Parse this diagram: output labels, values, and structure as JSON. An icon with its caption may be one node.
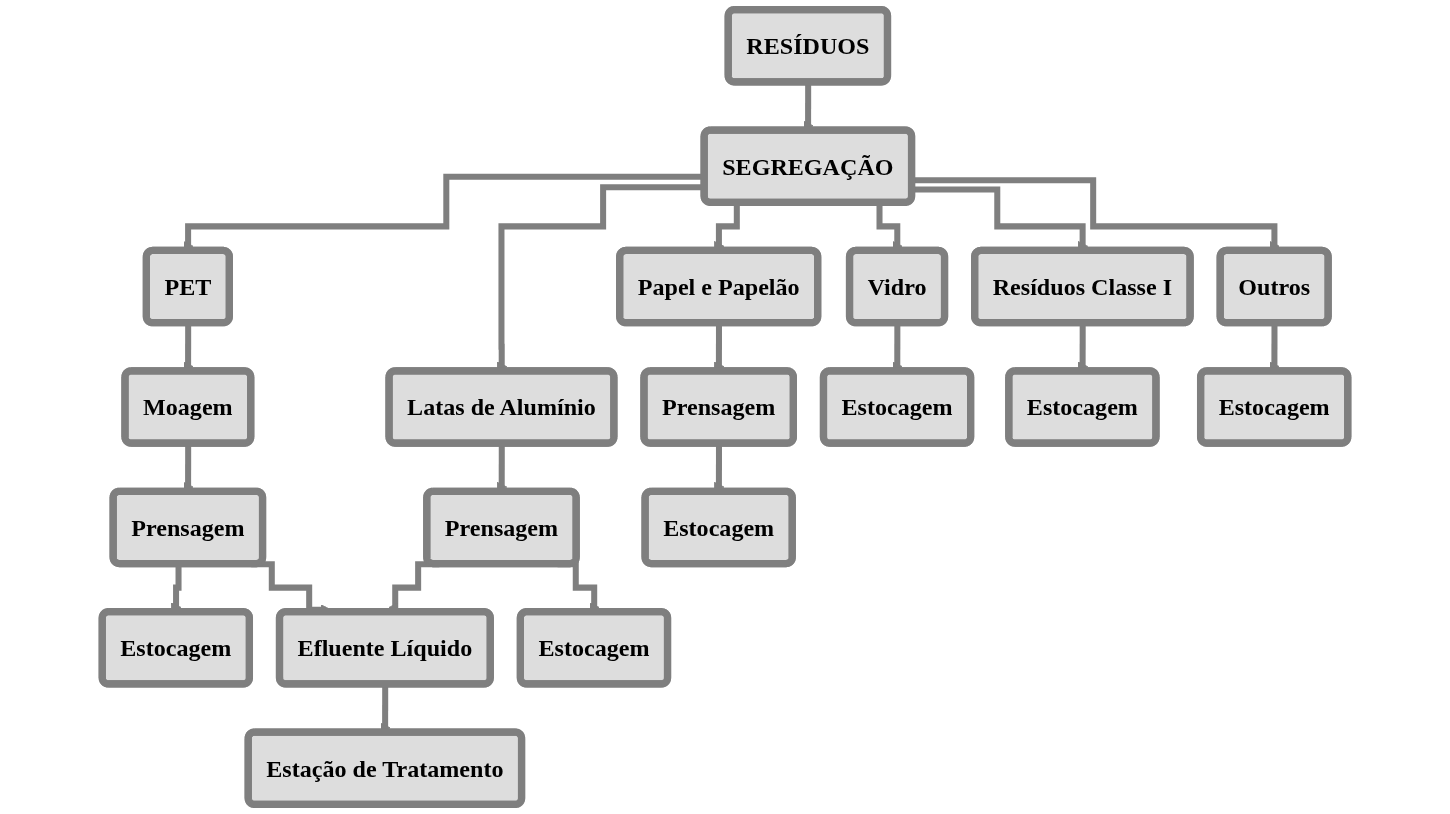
{
  "diagram": {
    "nodes": [
      {
        "text": [
          "RESÍDUOS"
        ]
      },
      {
        "text": [
          "SEGREGAÇÃO"
        ]
      },
      {
        "text": [
          "PET"
        ]
      },
      {
        "text": [
          "Latas de Alumínio"
        ]
      },
      {
        "text": [
          "Papel e Papelão"
        ]
      },
      {
        "text": [
          "Vidro"
        ]
      },
      {
        "text": [
          "Resíduos Classe I"
        ]
      },
      {
        "text": [
          "Outros"
        ]
      },
      {
        "text": [
          "Moagem"
        ]
      },
      {
        "text": [
          "Prensagem"
        ]
      },
      {
        "text": [
          "Prensagem"
        ]
      },
      {
        "text": [
          "Prensagem"
        ]
      },
      {
        "text": [
          "Estocagem"
        ]
      },
      {
        "text": [
          "Efluente Líquido"
        ]
      },
      {
        "text": [
          "Estocagem"
        ]
      },
      {
        "text": [
          "Estocagem"
        ]
      },
      {
        "text": [
          "Estocagem"
        ]
      },
      {
        "text": [
          "Estocagem"
        ]
      },
      {
        "text": [
          "Estocagem"
        ]
      },
      {
        "text": [
          "Estação de Tratamento"
        ]
      }
    ],
    "edges": [
      {
        "from": 0,
        "to": 1,
        "arrow": "to"
      },
      {
        "from": 1,
        "to": 2,
        "arrow": "to"
      },
      {
        "from": 1,
        "to": 3,
        "arrow": "to"
      },
      {
        "from": 1,
        "to": 4,
        "arrow": "to"
      },
      {
        "from": 1,
        "to": 5,
        "arrow": "to"
      },
      {
        "from": 1,
        "to": 6,
        "arrow": "to"
      },
      {
        "from": 1,
        "to": 7,
        "arrow": "to"
      },
      {
        "from": 2,
        "to": 8,
        "arrow": "to"
      },
      {
        "from": 8,
        "to": 9,
        "arrow": "to"
      },
      {
        "from": 3,
        "to": 10,
        "arrow": "to"
      },
      {
        "from": 4,
        "to": 11,
        "arrow": "to"
      },
      {
        "from": 9,
        "to": 12,
        "arrow": "to"
      },
      {
        "from": 9,
        "to": 13,
        "arrow": "to"
      },
      {
        "from": 10,
        "to": 13,
        "arrow": "to"
      },
      {
        "from": 10,
        "to": 14,
        "arrow": "to"
      },
      {
        "from": 11,
        "to": 15,
        "arrow": "to"
      },
      {
        "from": 5,
        "to": 16,
        "arrow": "to"
      },
      {
        "from": 6,
        "to": 17,
        "arrow": "to"
      },
      {
        "from": 7,
        "to": 18,
        "arrow": "to"
      },
      {
        "from": 13,
        "to": 19,
        "arrow": "to"
      }
    ]
  }
}
